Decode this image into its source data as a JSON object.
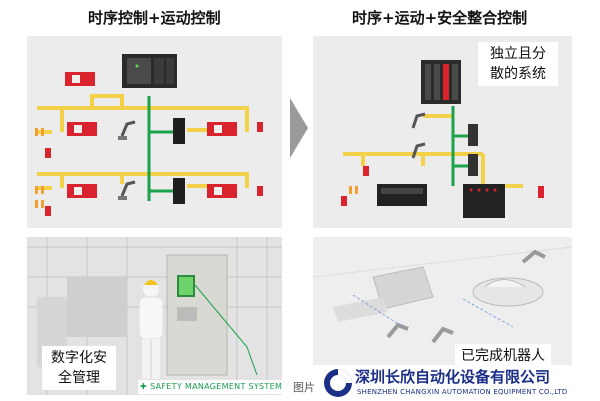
{
  "titles": {
    "left": "时序控制+运动控制",
    "right": "时序+运动+安全整合控制"
  },
  "labels": {
    "distributed": [
      "独立且分",
      "散的系统"
    ],
    "digital": [
      "数字化安",
      "全管理"
    ],
    "robot": "已完成机器人",
    "sms": "SAFETY MANAGEMENT SYSTEM"
  },
  "watermark": {
    "caption": "图片",
    "company": "深圳长欣自动化设备有限公司",
    "company_en": "SHENZHEN CHANGXIN AUTOMATION EQUIPMENT CO.,LTD"
  },
  "colors": {
    "accent_yellow": "#f3d24a",
    "accent_green": "#1aa34a",
    "panel_gray": "#ececec",
    "device_red": "#d9232d",
    "brand_blue": "#1b2f86"
  }
}
